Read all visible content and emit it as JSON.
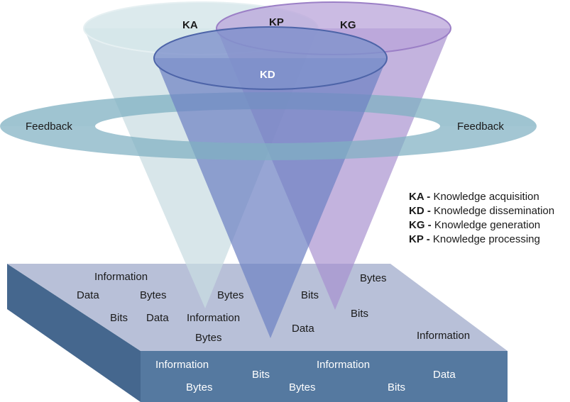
{
  "cones": {
    "ka": "KA",
    "kp": "KP",
    "kg": "KG",
    "kd": "KD"
  },
  "feedback": {
    "left": "Feedback",
    "right": "Feedback"
  },
  "legend": [
    {
      "abbr": "KA",
      "sep": " - ",
      "text": "Knowledge acquisition"
    },
    {
      "abbr": "KD",
      "sep": " - ",
      "text": "Knowledge dissemination"
    },
    {
      "abbr": "KG",
      "sep": " - ",
      "text": "Knowledge generation"
    },
    {
      "abbr": "KP",
      "sep": " - ",
      "text": "Knowledge processing"
    }
  ],
  "platform_top": {
    "words": [
      "Information",
      "Data",
      "Bytes",
      "Bytes",
      "Bits",
      "Bytes",
      "Bits",
      "Data",
      "Information",
      "Bytes",
      "Data",
      "Bits",
      "Information"
    ]
  },
  "platform_front": {
    "words": [
      "Information",
      "Bytes",
      "Bits",
      "Information",
      "Bytes",
      "Bits",
      "Data"
    ]
  },
  "colors": {
    "ka": "#c9dde2",
    "kg": "#a78fcf",
    "kd": "#6f82c4",
    "ring": "#7fb0c2",
    "platform_top": "#b7bfd6",
    "platform_front": "#5579a0",
    "platform_side": "#45678e"
  }
}
